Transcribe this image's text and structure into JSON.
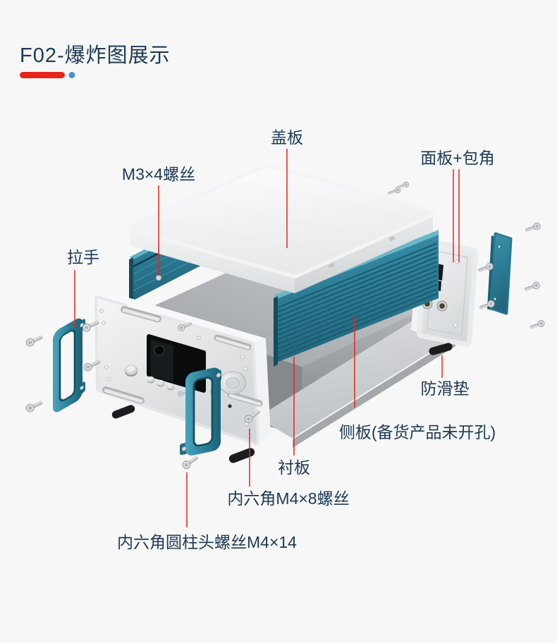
{
  "header": {
    "title": "F02-爆炸图展示",
    "title_color": "#1d3a55",
    "accent_bar_color": "#e8241a",
    "accent_dot_color": "#4a90d8"
  },
  "diagram": {
    "label_color": "#1d3a55",
    "leader_color": "#e8241a",
    "labels": {
      "cover_plate": "盖板",
      "front_panel_with_corners": "面板+包角",
      "m3x4_screws": "M3×4螺丝",
      "handle": "拉手",
      "antislip_pad": "防滑垫",
      "side_panel": "侧板(备货产品未开孔)",
      "liner_plate": "衬板",
      "hex_socket_m4x8_screws": "内六角M4×8螺丝",
      "hex_socket_cap_screws_m4x14": "内六角圆柱头螺丝M4×14"
    },
    "colors": {
      "teal": "#2e819b",
      "teal_dark": "#1b5a70",
      "silver_light": "#eef0f1",
      "silver": "#d9dcde",
      "chassis_gray": "#a8acb0",
      "foot_black": "#1a1c1e"
    }
  }
}
